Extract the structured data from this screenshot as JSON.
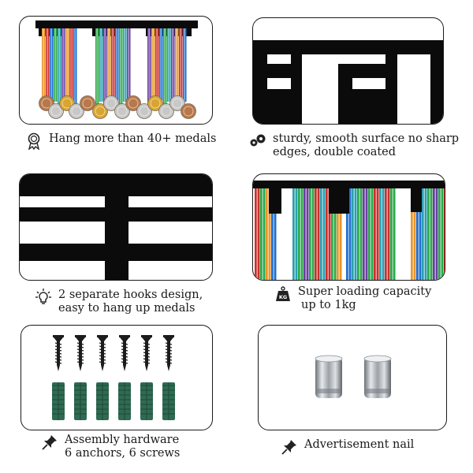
{
  "panels": [
    {
      "id": "medal-display",
      "caption_lines": [
        "Hang more than 40+ medals"
      ],
      "icon": "medal-ribbon-icon"
    },
    {
      "id": "surface-detail",
      "caption_lines": [
        "sturdy, smooth surface no sharp",
        "edges, double coated"
      ],
      "icon": "gears-icon"
    },
    {
      "id": "hook-closeup",
      "caption_lines": [
        "2 separate hooks design,",
        "easy to hang up medals"
      ],
      "icon": "lightbulb-icon"
    },
    {
      "id": "loaded-hooks",
      "caption_lines": [
        "Super loading capacity",
        "up to 1kg"
      ],
      "icon": "weight-kg-icon",
      "icon_text": "KG"
    },
    {
      "id": "hardware",
      "caption_lines": [
        "Assembly hardware",
        "6 anchors, 6 screws"
      ],
      "icon": "pushpin-icon"
    },
    {
      "id": "nails",
      "caption_lines": [
        "Advertisement nail"
      ],
      "icon": "pushpin-icon"
    }
  ],
  "colors": {
    "rack": "#0b0b0b",
    "ribbon_red": "#c9302c",
    "ribbon_green": "#2aa84a",
    "ribbon_blue": "#1e6fd0",
    "ribbon_teal": "#2a9fb0",
    "ribbon_purple": "#6a3fa0",
    "ribbon_orange": "#e8962a",
    "gold": "#d9a531",
    "silver": "#c8c8c8",
    "bronze": "#b8784a",
    "anchor": "#2f6b52",
    "screw": "#1c1c1c",
    "steel": "#b9bec4"
  }
}
